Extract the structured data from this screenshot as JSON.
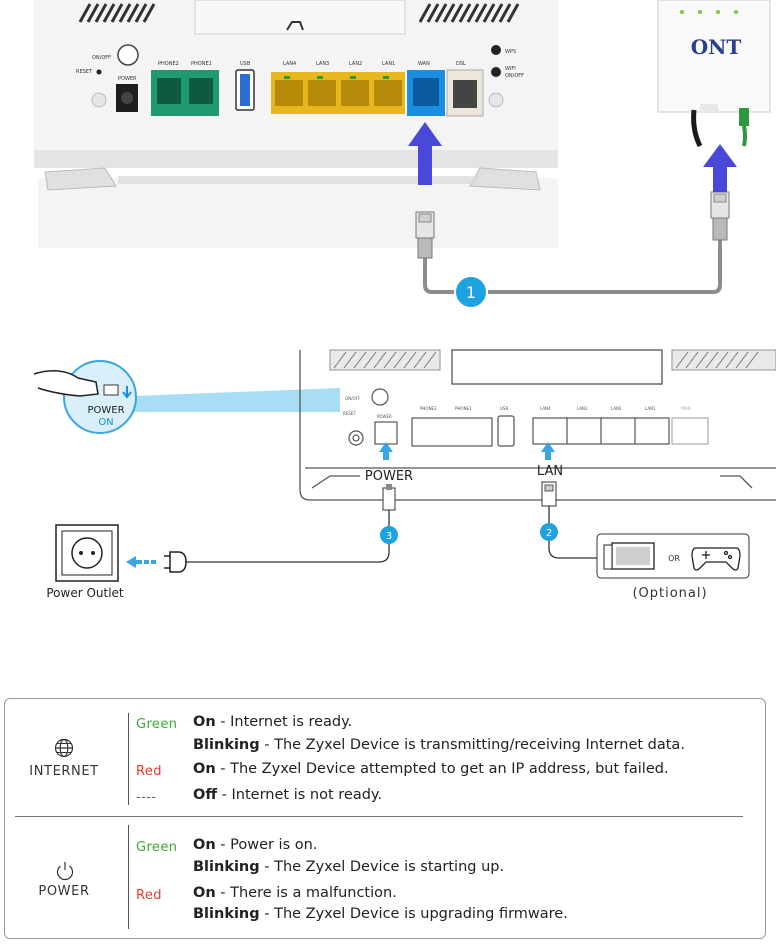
{
  "diagram_top": {
    "port_labels": {
      "onoff": "ON/OFF",
      "reset": "RESET",
      "power": "POWER",
      "phone2": "PHONE2",
      "phone1": "PHONE1",
      "usb": "USB",
      "lan4": "LAN4",
      "lan3": "LAN3",
      "lan2": "LAN2",
      "lan1": "LAN1",
      "wan": "WAN",
      "dsl": "DSL",
      "wps": "WPS",
      "wifi_line1": "WIFI",
      "wifi_line2": "ON/OFF"
    },
    "ont_label": "ONT",
    "step_number": "1"
  },
  "diagram_middle": {
    "callout_power_label": "POWER",
    "callout_on_label": "ON",
    "power_label": "POWER",
    "lan_label": "LAN",
    "step_2": "2",
    "step_3": "3",
    "power_outlet_label": "Power Outlet",
    "or_label": "OR",
    "optional_label": "(Optional)",
    "mini_labels": {
      "onoff": "ON/OFF",
      "reset": "RESET",
      "power": "POWER",
      "phone2": "PHONE2",
      "phone1": "PHONE1",
      "usb": "USB",
      "lan4": "LAN4",
      "lan3": "LAN3",
      "lan2": "LAN2",
      "lan1": "LAN1",
      "wan": "WAN"
    }
  },
  "led_table": {
    "internet": {
      "name": "INTERNET",
      "icon": "globe-icon",
      "rows": [
        {
          "state": "Green",
          "bold": "On",
          "text": " - Internet is ready."
        },
        {
          "state": "",
          "bold": "Blinking",
          "text": " - The Zyxel Device is transmitting/receiving Internet data."
        },
        {
          "state": "Red",
          "bold": "On",
          "text": " - The Zyxel Device attempted to get an IP address, but failed."
        },
        {
          "state": "----",
          "bold": "Off",
          "text": " - Internet is not ready."
        }
      ]
    },
    "power": {
      "name": "POWER",
      "icon": "power-icon",
      "rows": [
        {
          "state": "Green",
          "bold": "On",
          "text": " - Power is on."
        },
        {
          "state": "",
          "bold": "Blinking",
          "text": " - The Zyxel Device is starting up."
        },
        {
          "state": "Red",
          "bold": "On",
          "text": " - There is a malfunction."
        },
        {
          "state": "",
          "bold": "Blinking",
          "text": " - The Zyxel Device is upgrading firmware."
        }
      ]
    },
    "colors": {
      "green": "#3aaa35",
      "red": "#e23b2e",
      "arrow_blue": "#4a48d8",
      "step_badge": "#1fa3e0",
      "light_blue": "#3aa6e0"
    }
  }
}
